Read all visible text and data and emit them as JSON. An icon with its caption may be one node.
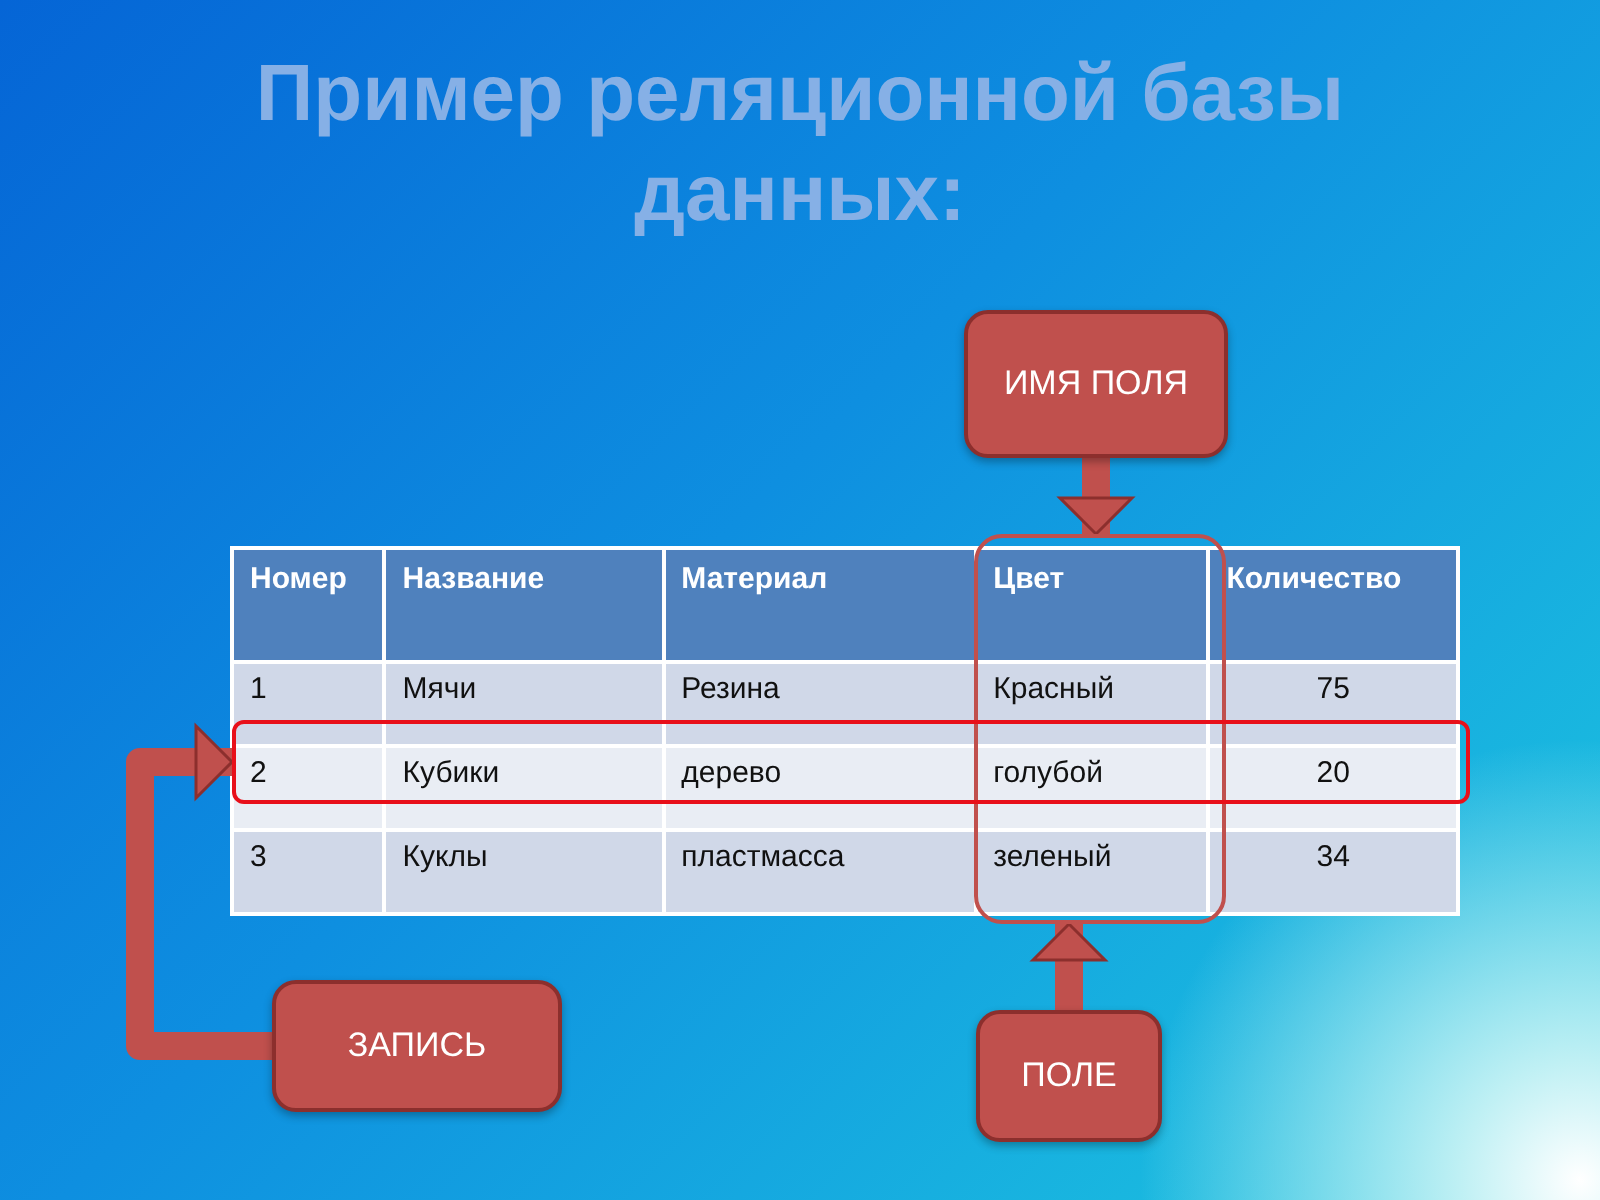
{
  "diagram": {
    "title": "Пример реляционной базы данных:",
    "nodes": [
      {
        "text": [
          "ИМЯ ПОЛЯ"
        ]
      },
      {
        "text": [],
        "shape": "box"
      },
      {
        "text": [],
        "shape": "box"
      },
      {
        "text": [
          "ЗАПИСЬ"
        ]
      },
      {
        "text": [
          "ПОЛЕ"
        ]
      }
    ],
    "edges": [
      {
        "from": 0,
        "to": 1,
        "arrow": "to"
      },
      {
        "from": 3,
        "to": 2,
        "arrow": "to"
      },
      {
        "from": 4,
        "to": 1,
        "arrow": "to"
      }
    ],
    "labels": [
      "Номер",
      "Название",
      "Материал",
      "Цвет",
      "Количество",
      "1",
      "Мячи",
      "Резина",
      "Красный",
      "75",
      "2",
      "Кубики",
      "дерево",
      "голубой",
      "20",
      "3",
      "Куклы",
      "пластмасса",
      "зеленый",
      "34"
    ]
  }
}
